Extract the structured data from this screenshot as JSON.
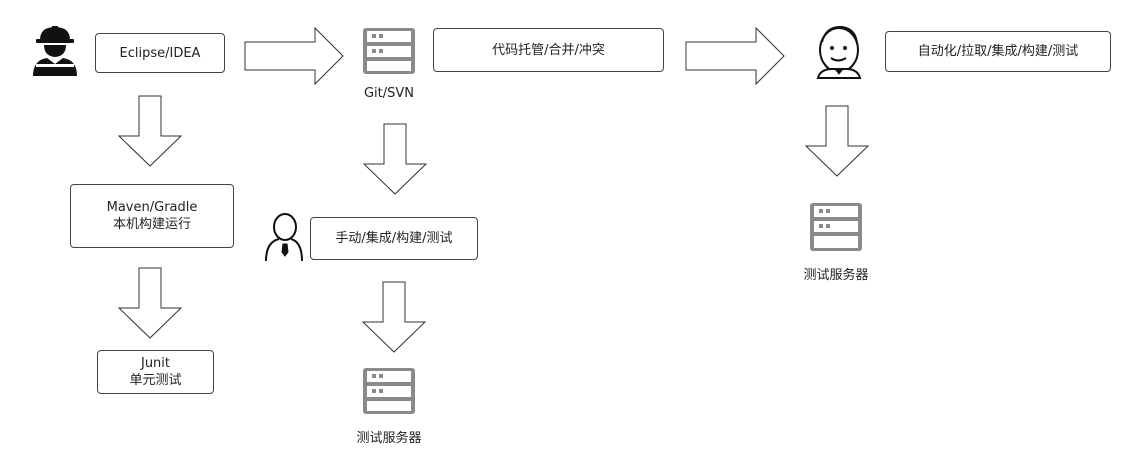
{
  "nodes": {
    "ide": {
      "label": "Eclipse/IDEA"
    },
    "build": {
      "line1": "Maven/Gradle",
      "line2": "本机构建运行"
    },
    "unit_test": {
      "line1": "Junit",
      "line2": "单元测试"
    },
    "vcs": {
      "label": "Git/SVN"
    },
    "hosting": {
      "label": "代码托管/合并/冲突"
    },
    "manual": {
      "label": "手动/集成/构建/测试"
    },
    "test_server_left": {
      "label": "测试服务器"
    },
    "jenkins_task": {
      "label": "自动化/拉取/集成/构建/测试"
    },
    "test_server_right": {
      "label": "测试服务器"
    }
  },
  "icons": {
    "developer": "construction-worker-icon",
    "server": "server-icon",
    "manual_tester": "person-icon",
    "jenkins": "jenkins-butler-icon"
  },
  "colors": {
    "border": "#444444",
    "server": "#8a8a8a"
  }
}
